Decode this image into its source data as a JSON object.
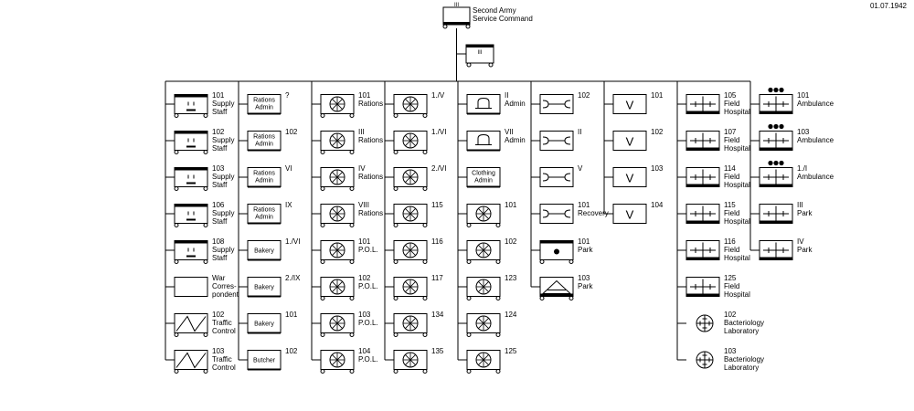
{
  "date": "01.07.1942",
  "hq": {
    "label_lines": [
      "Second Army",
      "Service Command"
    ],
    "designation": "III"
  },
  "hq_transport": {
    "designation": "III"
  },
  "columns": [
    {
      "items": [
        {
          "sym": "supply-staff",
          "lines": [
            "101",
            "Supply",
            "Staff"
          ]
        },
        {
          "sym": "supply-staff",
          "lines": [
            "102",
            "Supply",
            "Staff"
          ]
        },
        {
          "sym": "supply-staff",
          "lines": [
            "103",
            "Supply",
            "Staff"
          ]
        },
        {
          "sym": "supply-staff",
          "lines": [
            "106",
            "Supply",
            "Staff"
          ]
        },
        {
          "sym": "supply-staff",
          "lines": [
            "108",
            "Supply",
            "Staff"
          ]
        },
        {
          "sym": "plain",
          "lines": [
            "War",
            "Corres-",
            "pondent"
          ]
        },
        {
          "sym": "traffic",
          "lines": [
            "102",
            "Traffic",
            "Control"
          ]
        },
        {
          "sym": "traffic",
          "lines": [
            "103",
            "Traffic",
            "Control"
          ]
        }
      ]
    },
    {
      "items": [
        {
          "sym": "text2",
          "inner": [
            "Rations",
            "Admin"
          ],
          "lines": [
            "?"
          ]
        },
        {
          "sym": "text2",
          "inner": [
            "Rations",
            "Admin"
          ],
          "lines": [
            "102"
          ]
        },
        {
          "sym": "text2",
          "inner": [
            "Rations",
            "Admin"
          ],
          "lines": [
            "VI"
          ]
        },
        {
          "sym": "text2",
          "inner": [
            "Rations",
            "Admin"
          ],
          "lines": [
            "IX"
          ]
        },
        {
          "sym": "text1",
          "inner": [
            "Bakery"
          ],
          "lines": [
            "1./VI"
          ]
        },
        {
          "sym": "text1",
          "inner": [
            "Bakery"
          ],
          "lines": [
            "2./IX"
          ]
        },
        {
          "sym": "text1",
          "inner": [
            "Bakery"
          ],
          "lines": [
            "101"
          ]
        },
        {
          "sym": "text1",
          "inner": [
            "Butcher"
          ],
          "lines": [
            "102"
          ]
        }
      ]
    },
    {
      "items": [
        {
          "sym": "wheel",
          "lines": [
            "101",
            "Rations"
          ]
        },
        {
          "sym": "wheel",
          "lines": [
            "III",
            "Rations"
          ]
        },
        {
          "sym": "wheel",
          "lines": [
            "IV",
            "Rations"
          ]
        },
        {
          "sym": "wheel",
          "lines": [
            "VIII",
            "Rations"
          ]
        },
        {
          "sym": "wheel",
          "lines": [
            "101",
            "P.O.L."
          ]
        },
        {
          "sym": "wheel",
          "lines": [
            "102",
            "P.O.L."
          ]
        },
        {
          "sym": "wheel",
          "lines": [
            "103",
            "P.O.L."
          ]
        },
        {
          "sym": "wheel",
          "lines": [
            "104",
            "P.O.L."
          ]
        }
      ]
    },
    {
      "items": [
        {
          "sym": "wheel",
          "lines": [
            "1./V"
          ]
        },
        {
          "sym": "wheel",
          "lines": [
            "1./VI"
          ]
        },
        {
          "sym": "wheel",
          "lines": [
            "2./VI"
          ]
        },
        {
          "sym": "wheel",
          "lines": [
            "115"
          ]
        },
        {
          "sym": "wheel",
          "lines": [
            "116"
          ]
        },
        {
          "sym": "wheel",
          "lines": [
            "117"
          ]
        },
        {
          "sym": "wheel",
          "lines": [
            "134"
          ]
        },
        {
          "sym": "wheel",
          "lines": [
            "135"
          ]
        }
      ]
    },
    {
      "items": [
        {
          "sym": "bell",
          "lines": [
            "II",
            "Admin"
          ]
        },
        {
          "sym": "bell",
          "lines": [
            "VII",
            "Admin"
          ]
        },
        {
          "sym": "text2",
          "inner": [
            "Clothing",
            "Admin"
          ],
          "lines": []
        },
        {
          "sym": "wheel",
          "lines": [
            "101"
          ]
        },
        {
          "sym": "wheel",
          "lines": [
            "102"
          ]
        },
        {
          "sym": "wheel",
          "lines": [
            "123"
          ]
        },
        {
          "sym": "wheel",
          "lines": [
            "124"
          ]
        },
        {
          "sym": "wheel",
          "lines": [
            "125"
          ]
        }
      ]
    },
    {
      "items": [
        {
          "sym": "wrench",
          "lines": [
            "102"
          ]
        },
        {
          "sym": "wrench",
          "lines": [
            "II"
          ]
        },
        {
          "sym": "wrench",
          "lines": [
            "V"
          ]
        },
        {
          "sym": "wrench",
          "lines": [
            "101",
            "Recovery"
          ]
        },
        {
          "sym": "dot",
          "lines": [
            "101",
            "Park"
          ]
        },
        {
          "sym": "tri",
          "lines": [
            "103",
            "Park"
          ]
        }
      ]
    },
    {
      "items": [
        {
          "sym": "vet",
          "lines": [
            "101"
          ]
        },
        {
          "sym": "vet",
          "lines": [
            "102"
          ]
        },
        {
          "sym": "vet",
          "lines": [
            "103"
          ]
        },
        {
          "sym": "vet",
          "lines": [
            "104"
          ]
        }
      ]
    },
    {
      "items": [
        {
          "sym": "cross",
          "lines": [
            "105",
            "Field",
            "Hospital"
          ]
        },
        {
          "sym": "cross",
          "lines": [
            "107",
            "Field",
            "Hospital"
          ]
        },
        {
          "sym": "cross",
          "lines": [
            "114",
            "Field",
            "Hospital"
          ]
        },
        {
          "sym": "cross",
          "lines": [
            "115",
            "Field",
            "Hospital"
          ]
        },
        {
          "sym": "cross",
          "lines": [
            "116",
            "Field",
            "Hospital"
          ]
        },
        {
          "sym": "cross",
          "lines": [
            "125",
            "Field",
            "Hospital"
          ]
        },
        {
          "sym": "circlecross",
          "lines": [
            "102",
            "Bacteriology",
            "Laboratory"
          ]
        },
        {
          "sym": "circlecross",
          "lines": [
            "103",
            "Bacteriology",
            "Laboratory"
          ]
        }
      ]
    },
    {
      "items": [
        {
          "sym": "amb",
          "lines": [
            "101",
            "Ambulance"
          ]
        },
        {
          "sym": "amb",
          "lines": [
            "103",
            "Ambulance"
          ]
        },
        {
          "sym": "amb",
          "lines": [
            "1./I",
            "Ambulance"
          ]
        },
        {
          "sym": "parkcross",
          "lines": [
            "III",
            "Park"
          ]
        },
        {
          "sym": "parkcross",
          "lines": [
            "IV",
            "Park"
          ]
        }
      ]
    }
  ]
}
